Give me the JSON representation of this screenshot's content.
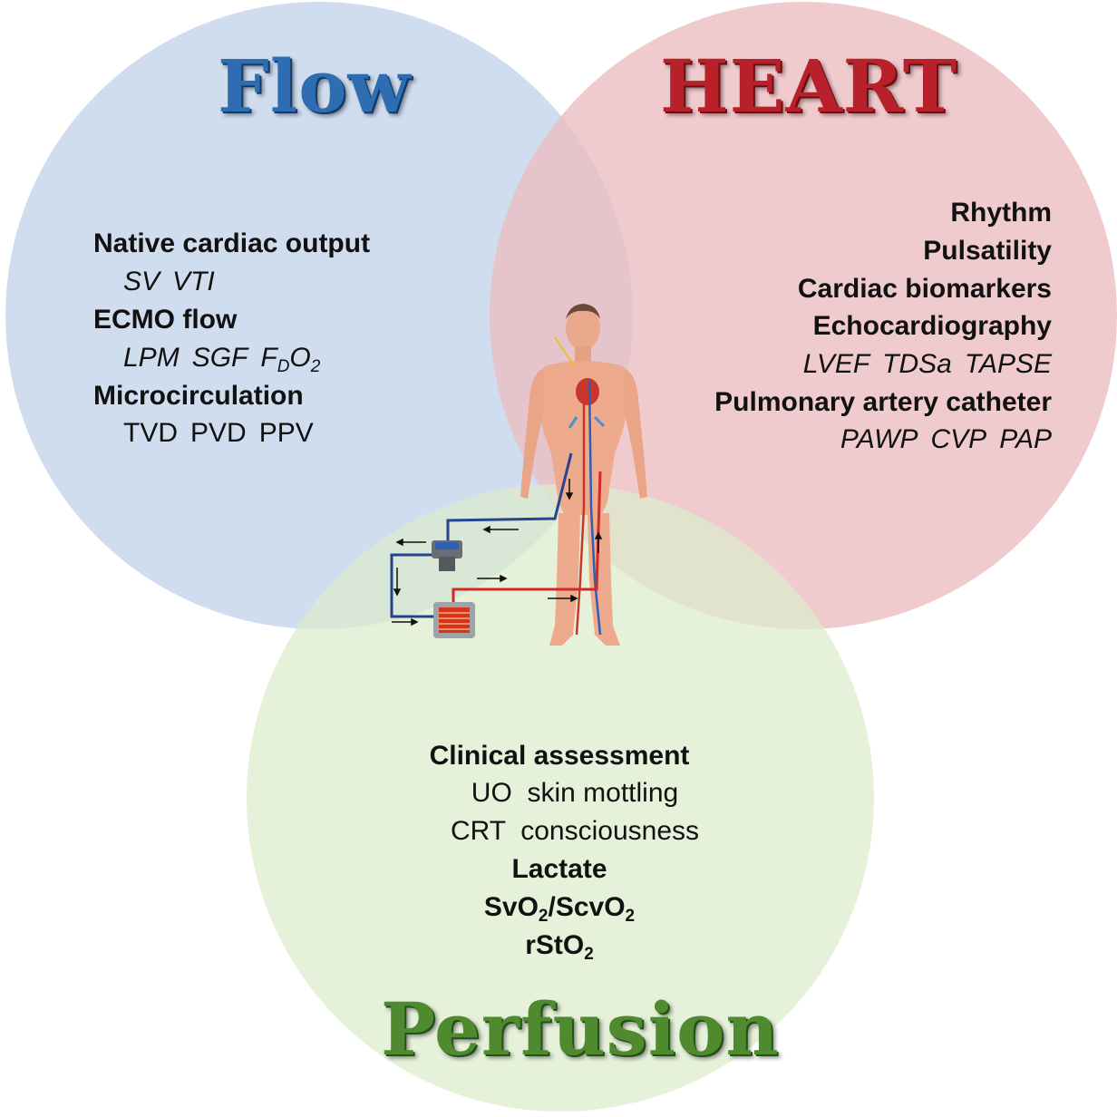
{
  "colors": {
    "flow_circle": "#c2d4ea",
    "heart_circle": "#ecbcc0",
    "perfusion_circle": "#dcebcc",
    "flow_title": "#2f6db3",
    "heart_title": "#b8202a",
    "perfusion_title": "#4f8a2e",
    "venous_line": "#24448f",
    "arterial_line": "#d02a24"
  },
  "flow": {
    "title": "Flow",
    "native_cardiac_output": "Native cardiac output",
    "native_items": [
      "SV",
      "VTI"
    ],
    "ecmo_flow": "ECMO flow",
    "ecmo_items": [
      "LPM",
      "SGF"
    ],
    "fdo2": {
      "base": "F",
      "sub1": "D",
      "mid": "O",
      "sub2": "2"
    },
    "microcirculation": "Microcirculation",
    "micro_items": [
      "TVD",
      "PVD",
      "PPV"
    ]
  },
  "heart": {
    "title": "HEART",
    "rhythm": "Rhythm",
    "pulsatility": "Pulsatility",
    "cardiac_biomarkers": "Cardiac biomarkers",
    "echocardiography": "Echocardiography",
    "echo_items": [
      "LVEF",
      "TDSa",
      "TAPSE"
    ],
    "pulmonary_artery_catheter": "Pulmonary artery catheter",
    "pac_items": [
      "PAWP",
      "CVP",
      "PAP"
    ]
  },
  "perfusion": {
    "title": "Perfusion",
    "clinical_assessment": "Clinical assessment",
    "clinical_line1": "UO  skin mottling",
    "clinical_line2": "CRT  consciousness",
    "lactate": "Lactate",
    "svo2": {
      "a": "SvO",
      "a_sub": "2",
      "sep": "/ScvO",
      "b_sub": "2"
    },
    "rsto2": {
      "base": "rStO",
      "sub": "2"
    }
  },
  "illustration": {
    "icons": [
      "human-body-icon",
      "ecmo-pump-icon",
      "oxygenator-icon"
    ]
  }
}
